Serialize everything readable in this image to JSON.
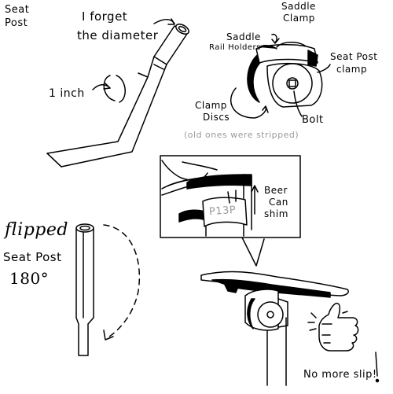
{
  "labels": {
    "seat_post": [
      "Seat",
      "Post"
    ],
    "forget_diameter": [
      "I forget",
      "the diameter"
    ],
    "one_inch": "1 inch",
    "saddle_clamp": [
      "Saddle",
      "Clamp"
    ],
    "saddle_rail_holders": [
      "Saddle",
      "Rail Holders"
    ],
    "seat_post_clamp": [
      "Seat Post",
      "clamp"
    ],
    "clamp_discs": [
      "Clamp",
      "Discs"
    ],
    "bolt": "Bolt",
    "old_ones_stripped": "(old ones were stripped)",
    "beer_can_shim": [
      "Beer",
      "Can",
      "shim"
    ],
    "can_text": "P13P",
    "flipped": "flipped",
    "seat_post_180": [
      "Seat Post",
      "180°"
    ],
    "no_more_slip": "No more slip!"
  },
  "colors": {
    "ink": "#000000",
    "muted": "#9a9a9a"
  },
  "icons": [
    "thumbs-up-icon",
    "dashed-rotation-arrow"
  ]
}
